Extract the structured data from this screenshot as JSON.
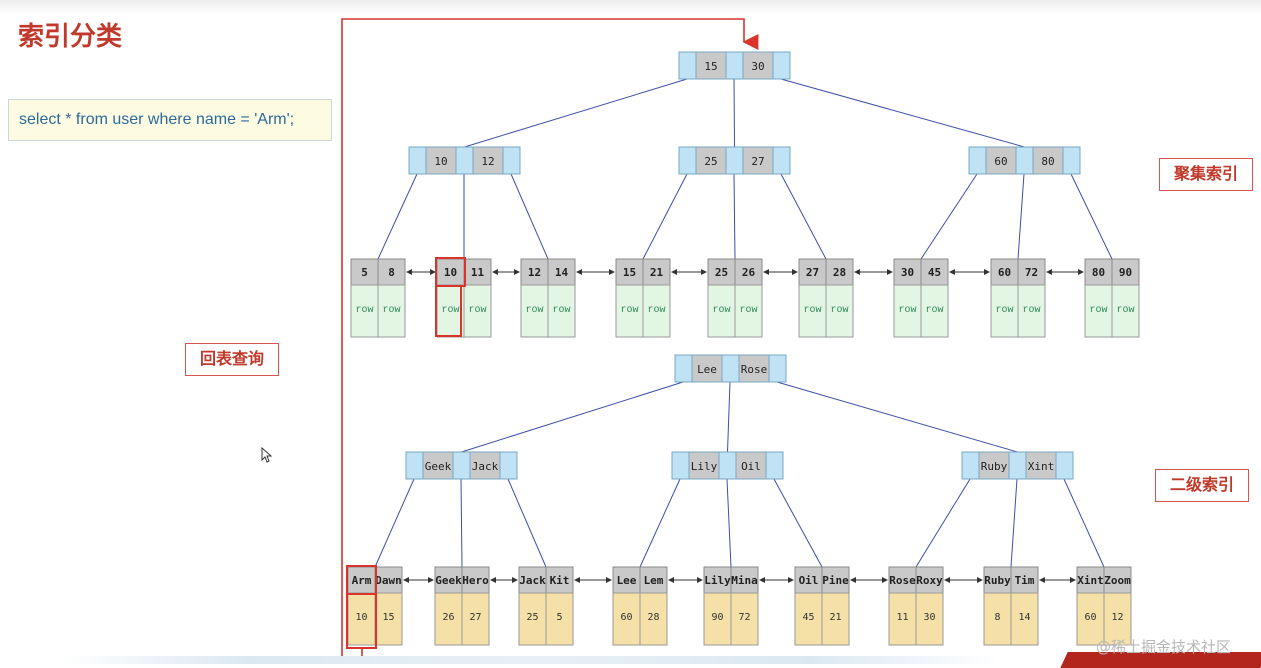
{
  "title": "索引分类",
  "sql": "select * from user where name = 'Arm';",
  "labels": {
    "back_query": "回表查询",
    "clustered": "聚集索引",
    "secondary": "二级索引"
  },
  "colors": {
    "accent": "#c0392b",
    "key_cell": "#c9c9c9",
    "pointer_cell": "#bfe3f4",
    "row_cell": "#e3f6e3",
    "id_cell": "#f5e0a8",
    "edge": "#3f4fa8"
  },
  "clustered_index": {
    "root": [
      "15",
      "30"
    ],
    "internal": [
      [
        "10",
        "12"
      ],
      [
        "25",
        "27"
      ],
      [
        "60",
        "80"
      ]
    ],
    "leaves": [
      {
        "keys": [
          "5",
          "8"
        ],
        "rows": [
          "row",
          "row"
        ]
      },
      {
        "keys": [
          "10",
          "11"
        ],
        "rows": [
          "row",
          "row"
        ]
      },
      {
        "keys": [
          "12",
          "14"
        ],
        "rows": [
          "row",
          "row"
        ]
      },
      {
        "keys": [
          "15",
          "21"
        ],
        "rows": [
          "row",
          "row"
        ]
      },
      {
        "keys": [
          "25",
          "26"
        ],
        "rows": [
          "row",
          "row"
        ]
      },
      {
        "keys": [
          "27",
          "28"
        ],
        "rows": [
          "row",
          "row"
        ]
      },
      {
        "keys": [
          "30",
          "45"
        ],
        "rows": [
          "row",
          "row"
        ]
      },
      {
        "keys": [
          "60",
          "72"
        ],
        "rows": [
          "row",
          "row"
        ]
      },
      {
        "keys": [
          "80",
          "90"
        ],
        "rows": [
          "row",
          "row"
        ]
      }
    ]
  },
  "secondary_index": {
    "root": [
      "Lee",
      "Rose"
    ],
    "internal": [
      [
        "Geek",
        "Jack"
      ],
      [
        "Lily",
        "Oil"
      ],
      [
        "Ruby",
        "Xint"
      ]
    ],
    "leaves": [
      {
        "keys": [
          "Arm",
          "Dawn"
        ],
        "ids": [
          "10",
          "15"
        ]
      },
      {
        "keys": [
          "Geek",
          "Hero"
        ],
        "ids": [
          "26",
          "27"
        ]
      },
      {
        "keys": [
          "Jack",
          "Kit"
        ],
        "ids": [
          "25",
          "5"
        ]
      },
      {
        "keys": [
          "Lee",
          "Lem"
        ],
        "ids": [
          "60",
          "28"
        ]
      },
      {
        "keys": [
          "Lily",
          "Mina"
        ],
        "ids": [
          "90",
          "72"
        ]
      },
      {
        "keys": [
          "Oil",
          "Pine"
        ],
        "ids": [
          "45",
          "21"
        ]
      },
      {
        "keys": [
          "Rose",
          "Roxy"
        ],
        "ids": [
          "11",
          "30"
        ]
      },
      {
        "keys": [
          "Ruby",
          "Tim"
        ],
        "ids": [
          "8",
          "14"
        ]
      },
      {
        "keys": [
          "Xint",
          "Zoom"
        ],
        "ids": [
          "60",
          "12"
        ]
      }
    ]
  },
  "watermark": "@稀土掘金技术社区"
}
